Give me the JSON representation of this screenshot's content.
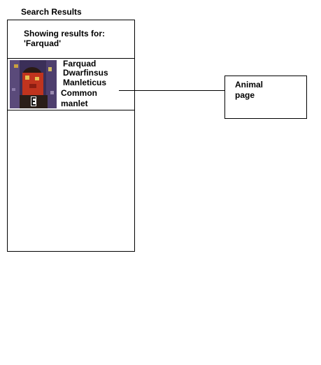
{
  "header": {
    "title": "Search Results"
  },
  "query": {
    "line1": "Showing results for:",
    "line2": "'Farquad'"
  },
  "result": {
    "name_line1": "Farquad",
    "name_line2": "Dwarfinsus",
    "name_line3": "Manleticus",
    "common_line1": "Common",
    "common_line2": "manlet",
    "thumbnail_icon": "portrait-thumbnail"
  },
  "animal_page": {
    "line1": "Animal",
    "line2": "page"
  },
  "colors": {
    "line": "#000000",
    "background": "#ffffff"
  }
}
